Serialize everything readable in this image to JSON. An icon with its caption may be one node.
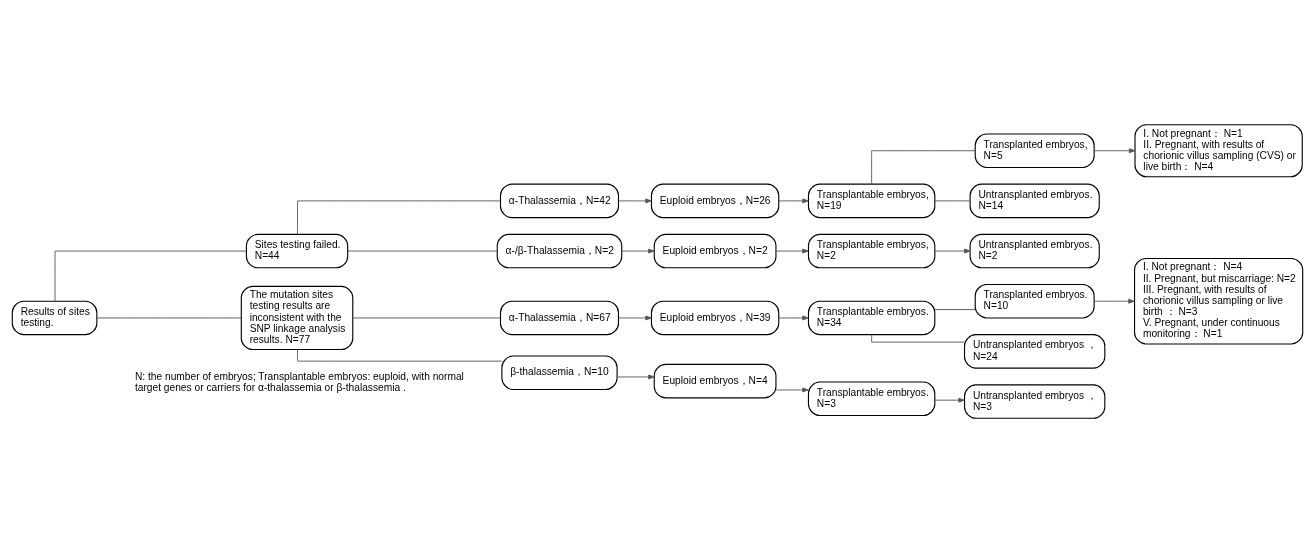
{
  "diagram": {
    "nodes": [
      {
        "text": [
          "Results of sites testing."
        ]
      },
      {
        "text": [
          "Sites testing failed. N=44"
        ]
      },
      {
        "text": [
          "The mutation sites testing results are inconsistent with the SNP linkage analysis results. N=77"
        ]
      },
      {
        "text": [
          "α-Thalassemia，N=42"
        ]
      },
      {
        "text": [
          "α-/β-Thalassemia，N=2"
        ]
      },
      {
        "text": [
          "Euploid embryos，N=26"
        ]
      },
      {
        "text": [
          "Transplantable embryos, N=19"
        ]
      },
      {
        "text": [
          "Transplanted embryos, N=5"
        ]
      },
      {
        "text": [
          "Untransplanted embryos. N=14"
        ]
      },
      {
        "text": [
          "I. Not pregnant： N=1",
          "II. Pregnant, with results of chorionic villus sampling (CVS) or live birth： N=4"
        ]
      },
      {
        "text": [
          "Euploid embryos，N=2"
        ]
      },
      {
        "text": [
          "Transplantable embryos, N=2"
        ]
      },
      {
        "text": [
          "Untransplanted embryos. N=2"
        ]
      },
      {
        "text": [
          "α-Thalassemia，N=67"
        ]
      },
      {
        "text": [
          "β-thalassemia，N=10"
        ]
      },
      {
        "text": [
          "Euploid embryos，N=39"
        ]
      },
      {
        "text": [
          "Transplantable embryos. N=34"
        ]
      },
      {
        "text": [
          "Transplanted embryos. N=10"
        ]
      },
      {
        "text": [
          "Untransplanted embryos ， N=24"
        ]
      },
      {
        "text": [
          "I. Not pregnant： N=4",
          "II. Pregnant, but miscarriage: N=2",
          "III. Pregnant, with results of chorionic villus sampling or live birth ： N=3",
          "V. Pregnant, under continuous monitoring： N=1"
        ]
      },
      {
        "text": [
          "Euploid embryos，N=4"
        ]
      },
      {
        "text": [
          "Transplantable embryos. N=3"
        ]
      },
      {
        "text": [
          "Untransplanted embryos ， N=3"
        ]
      }
    ],
    "edges": [
      {
        "from": 0,
        "to": 1,
        "arrow": "none"
      },
      {
        "from": 0,
        "to": 2,
        "arrow": "none"
      },
      {
        "from": 1,
        "to": 3,
        "arrow": "none"
      },
      {
        "from": 1,
        "to": 4,
        "arrow": "none"
      },
      {
        "from": 3,
        "to": 5,
        "arrow": "to"
      },
      {
        "from": 5,
        "to": 6,
        "arrow": "to"
      },
      {
        "from": 6,
        "to": 7,
        "arrow": "none"
      },
      {
        "from": 6,
        "to": 8,
        "arrow": "none"
      },
      {
        "from": 7,
        "to": 9,
        "arrow": "to"
      },
      {
        "from": 4,
        "to": 10,
        "arrow": "to"
      },
      {
        "from": 10,
        "to": 11,
        "arrow": "to"
      },
      {
        "from": 11,
        "to": 12,
        "arrow": "to"
      },
      {
        "from": 2,
        "to": 13,
        "arrow": "none"
      },
      {
        "from": 2,
        "to": 14,
        "arrow": "none"
      },
      {
        "from": 13,
        "to": 15,
        "arrow": "to"
      },
      {
        "from": 15,
        "to": 16,
        "arrow": "to"
      },
      {
        "from": 16,
        "to": 17,
        "arrow": "none"
      },
      {
        "from": 16,
        "to": 18,
        "arrow": "none"
      },
      {
        "from": 17,
        "to": 19,
        "arrow": "to"
      },
      {
        "from": 14,
        "to": 20,
        "arrow": "to"
      },
      {
        "from": 20,
        "to": 21,
        "arrow": "to"
      },
      {
        "from": 21,
        "to": 22,
        "arrow": "to"
      }
    ],
    "labels": [
      "N: the number of embryos; Transplantable embryos: euploid, with normal target genes or carriers for α-thalassemia or β-thalassemia ."
    ]
  }
}
